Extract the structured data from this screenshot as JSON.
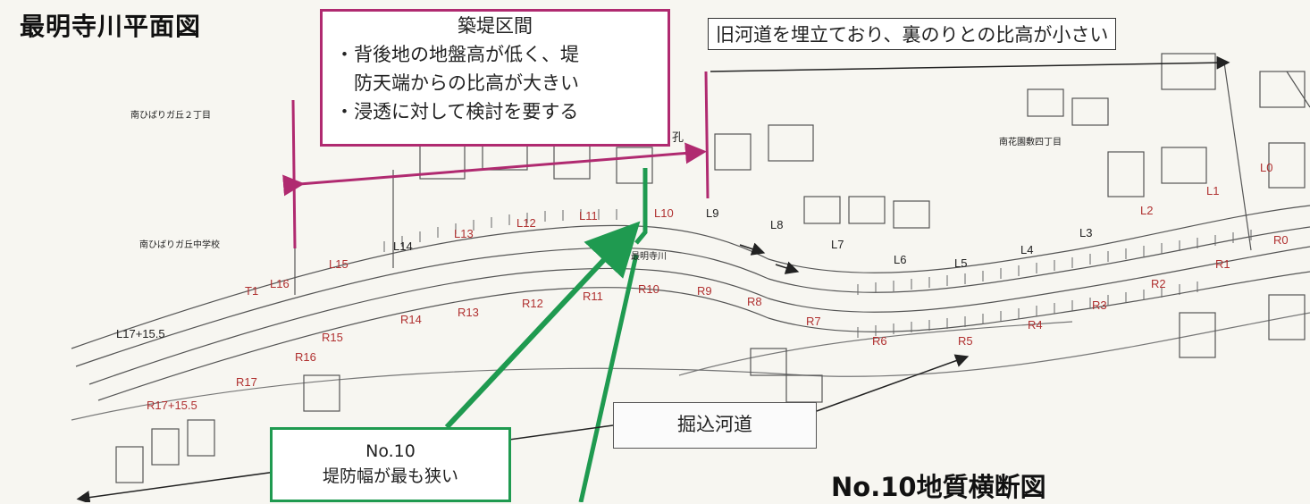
{
  "title": "最明寺川平面図",
  "subtitle": "No.10地質横断図",
  "levee_section": {
    "heading": "築堤区間",
    "bullets": [
      "・背後地の地盤高が低く、堤",
      "　防天端からの比高が大きい",
      "・浸透に対して検討を要する"
    ]
  },
  "old_channel_note": "旧河道を埋立ており、裏のりとの比高が小さい",
  "no10_note": {
    "line1": "No.10",
    "line2": "堤防幅が最も狭い"
  },
  "excavated_channel": "掘込河道",
  "place_names": {
    "north_left": "南ひばりガ丘２丁目",
    "west_school": "南ひばりガ丘中学校",
    "north_right": "南花園敷四丁目",
    "river": "最明寺川"
  },
  "markers": {
    "left_bank": [
      "L0",
      "L1",
      "L2",
      "L3",
      "L4",
      "L5",
      "L6",
      "L7",
      "L8",
      "L9",
      "L10",
      "L11",
      "L12",
      "L13",
      "L14",
      "L15",
      "L16",
      "L17+15.5"
    ],
    "right_bank": [
      "R0",
      "R1",
      "R2",
      "R3",
      "R4",
      "R5",
      "R6",
      "R7",
      "R8",
      "R9",
      "R10",
      "R11",
      "R12",
      "R13",
      "R14",
      "R15",
      "R16",
      "R17",
      "R17+15.5"
    ],
    "other": [
      "T1",
      "孔"
    ]
  },
  "colors": {
    "levee": "#b02a70",
    "no10": "#1f9a50",
    "marker_text": "#b03030"
  }
}
